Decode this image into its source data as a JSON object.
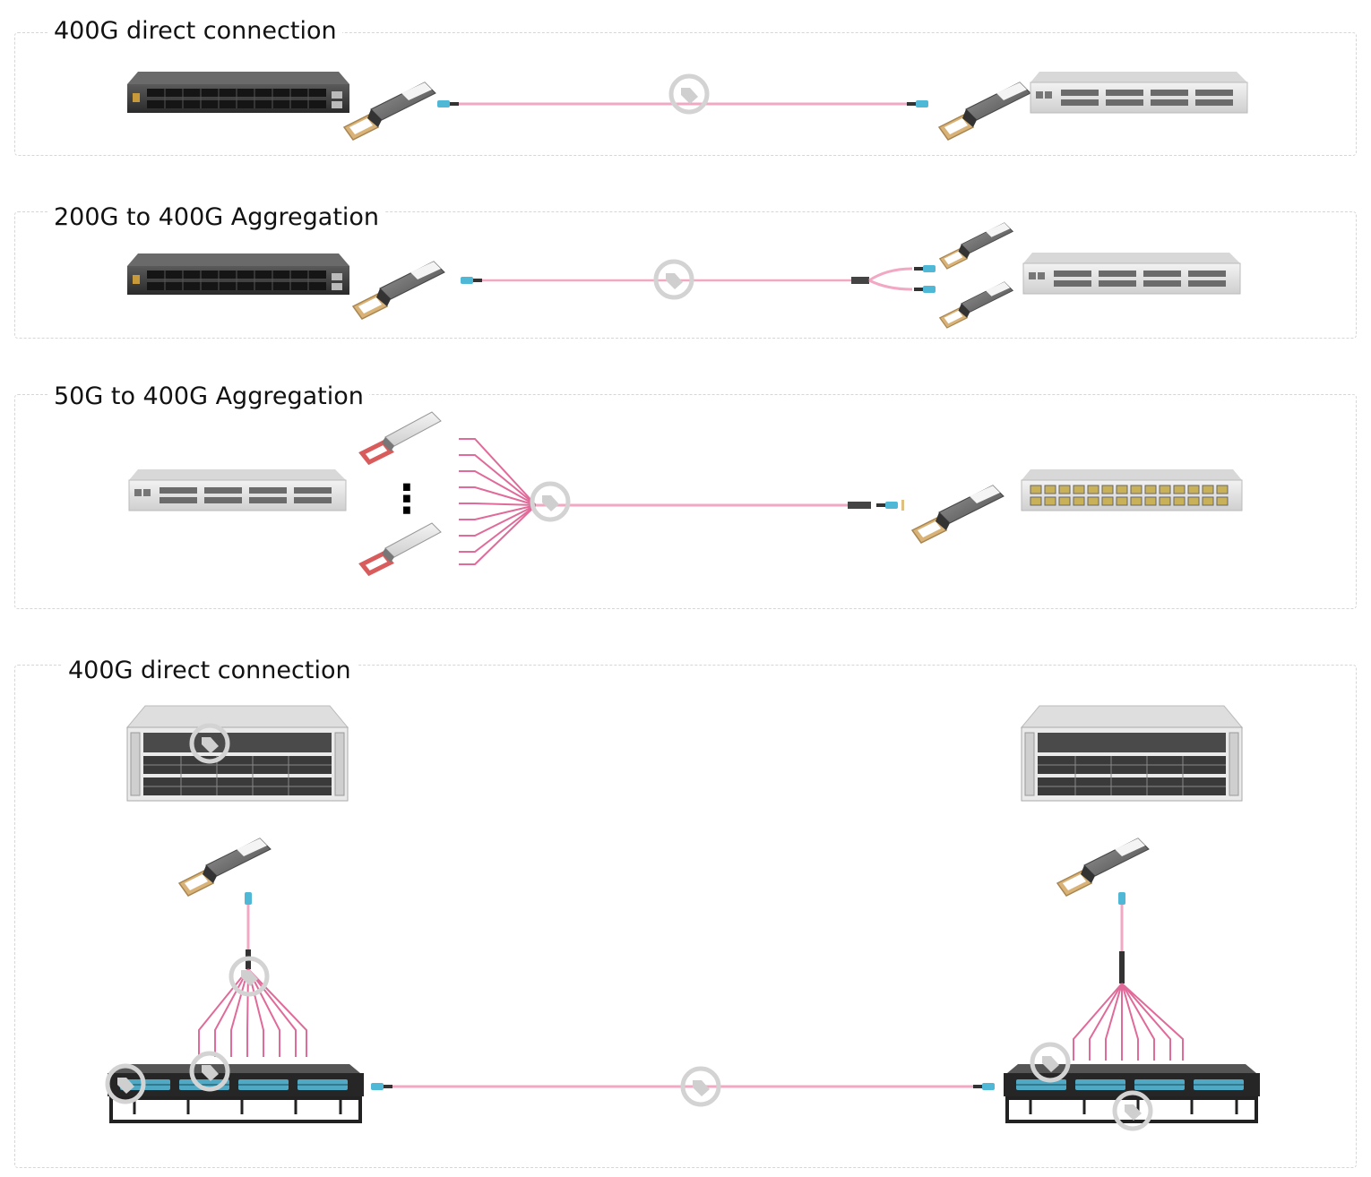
{
  "panels": [
    {
      "title": "400G direct connection"
    },
    {
      "title": "200G to 400G Aggregation"
    },
    {
      "title": "50G to 400G Aggregation"
    },
    {
      "title": "400G direct connection"
    }
  ],
  "colors": {
    "fiber": "#f2a7c3",
    "fiber_dark": "#e06a99",
    "mpo_connector": "#4fb8d6",
    "switch_dark": "#3a3a3a",
    "switch_light": "#e4e4e4",
    "transceiver_handle": "#d9b27a",
    "transceiver_handle_red": "#d95c5c"
  },
  "ellipsis_glyph": "⋮"
}
